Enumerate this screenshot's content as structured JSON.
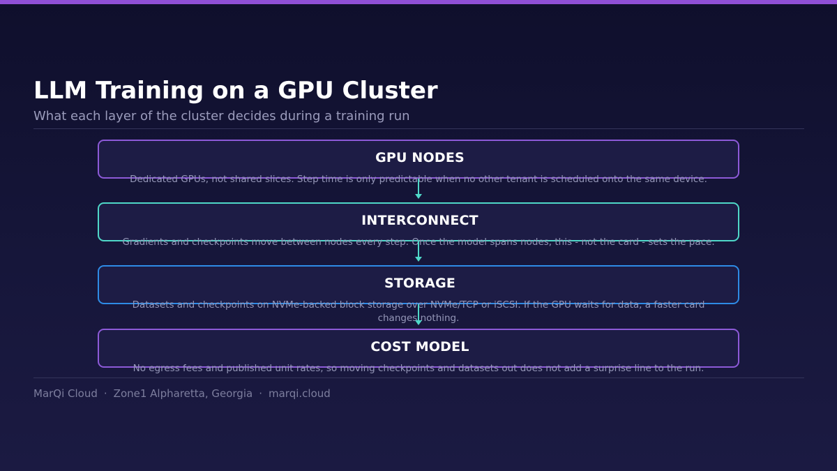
{
  "header": {
    "title": "LLM Training on a GPU Cluster",
    "subtitle": "What each layer of the cluster decides during a training run"
  },
  "layers": [
    {
      "title": "GPU NODES",
      "description": "Dedicated GPUs, not shared slices. Step time is only predictable when no other tenant is scheduled onto the same device.",
      "border_color": "#8d5ad8"
    },
    {
      "title": "INTERCONNECT",
      "description": "Gradients and checkpoints move between nodes every step. Once the model spans nodes, this - not the card - sets the pace.",
      "border_color": "#4fd8c8"
    },
    {
      "title": "STORAGE",
      "description": "Datasets and checkpoints on NVMe-backed block storage over NVMe/TCP or iSCSI. If the GPU waits for data, a faster card changes nothing.",
      "border_color": "#2e8be6"
    },
    {
      "title": "COST MODEL",
      "description": "No egress fees and published unit rates, so moving checkpoints and datasets out does not add a surprise line to the run.",
      "border_color": "#8d5ad8"
    }
  ],
  "connector_color": "#4fd8c8",
  "accent_color": "#8f4fd6",
  "footer": {
    "brand": "MarQi Cloud",
    "location": "Zone1 Alpharetta, Georgia",
    "url": "marqi.cloud",
    "separator": "·"
  }
}
